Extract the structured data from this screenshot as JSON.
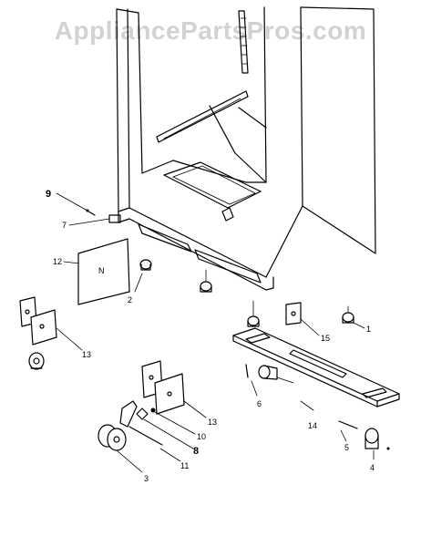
{
  "watermark": "AppliancePartsPros.com",
  "callouts": [
    "9",
    "7",
    "12",
    "2",
    "13",
    "15",
    "1",
    "6",
    "14",
    "5",
    "4",
    "13",
    "10",
    "8",
    "11",
    "3"
  ],
  "part_label": "N"
}
